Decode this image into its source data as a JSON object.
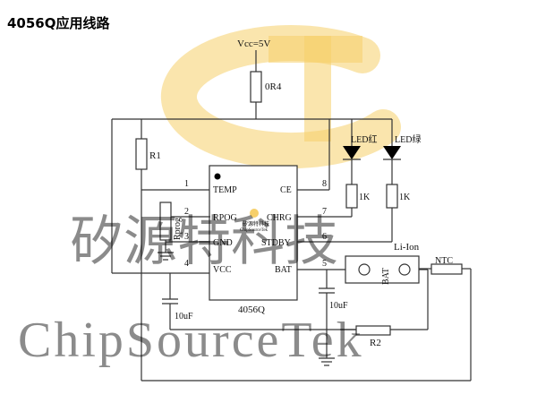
{
  "title": "4056Q应用线路",
  "vcc": "Vcc=5V",
  "r4": "0R4",
  "r1": "R1",
  "led_red": "LED红",
  "led_green": "LED绿",
  "res_1k_a": "1K",
  "res_1k_b": "1K",
  "rprog": "Rprog",
  "ic": {
    "name": "4056Q",
    "logo_cn": "矽源特科技",
    "logo_en": "ChipSourceTek",
    "left_pins": [
      {
        "num": "1",
        "name": "TEMP"
      },
      {
        "num": "2",
        "name": "RPOG"
      },
      {
        "num": "3",
        "name": "GND"
      },
      {
        "num": "4",
        "name": "VCC"
      }
    ],
    "right_pins": [
      {
        "num": "8",
        "name": "CE"
      },
      {
        "num": "7",
        "name": "CHRG"
      },
      {
        "num": "6",
        "name": "STDBY"
      },
      {
        "num": "5",
        "name": "BAT"
      }
    ]
  },
  "cap_left": "10uF",
  "cap_right": "10uF",
  "battery_type": "Li-Ion",
  "battery_label": "BAT",
  "ntc": "NTC",
  "r2": "R2",
  "watermark_cn": "矽源特科技",
  "watermark_en": "ChipSourceTek",
  "colors": {
    "logo_yellow": "#f6cf6a",
    "wire": "#333333"
  }
}
